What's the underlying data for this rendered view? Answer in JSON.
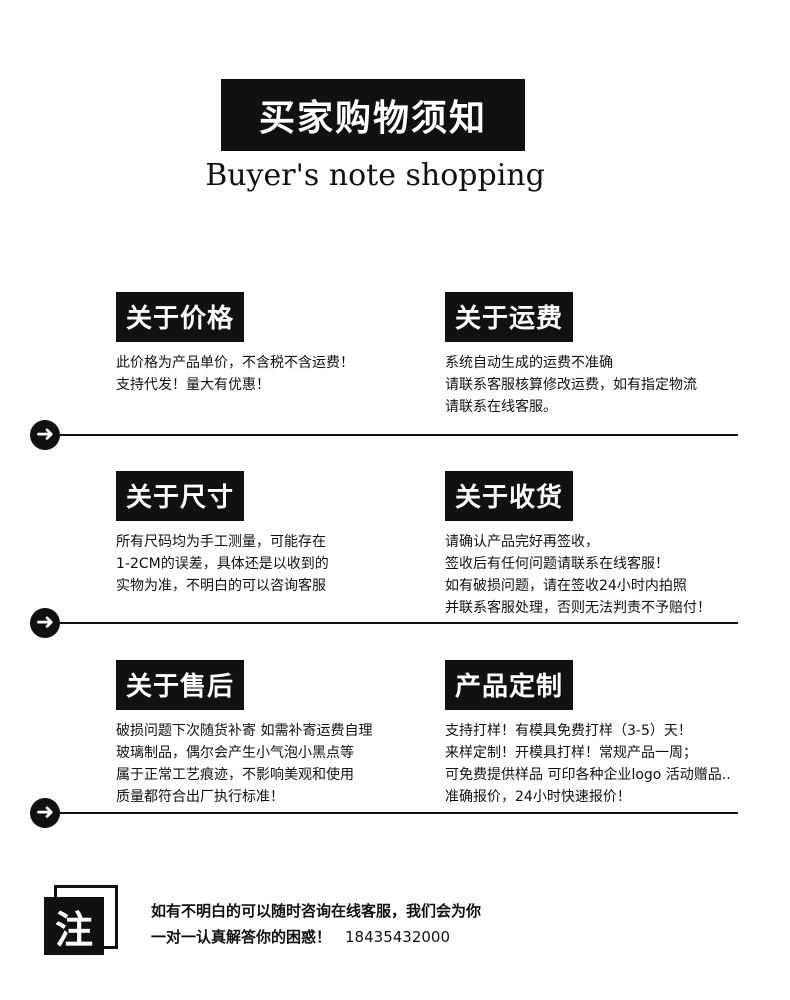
{
  "header": {
    "title": "买家购物须知",
    "subtitle": "Buyer's note shopping"
  },
  "sections": [
    {
      "title": "关于价格",
      "lines": [
        "此价格为产品单价，不含税不含运费！",
        "支持代发！量大有优惠！"
      ]
    },
    {
      "title": "关于运费",
      "lines": [
        "系统自动生成的运费不准确",
        "请联系客服核算修改运费，如有指定物流",
        "请联系在线客服。"
      ]
    },
    {
      "title": "关于尺寸",
      "lines": [
        "所有尺码均为手工测量，可能存在",
        "1-2CM的误差，具体还是以收到的",
        "实物为准，不明白的可以咨询客服"
      ]
    },
    {
      "title": "关于收货",
      "lines": [
        "请确认产品完好再签收，",
        "签收后有任何问题请联系在线客服！",
        "如有破损问题，请在签收24小时内拍照",
        "并联系客服处理，否则无法判责不予赔付！"
      ]
    },
    {
      "title": "关于售后",
      "lines": [
        "破损问题下次随货补寄 如需补寄运费自理",
        "玻璃制品，偶尔会产生小气泡小黑点等",
        "属于正常工艺痕迹，不影响美观和使用",
        "质量都符合出厂执行标准！"
      ]
    },
    {
      "title": "产品定制",
      "lines": [
        "支持打样！有模具免费打样（3-5）天！",
        "来样定制！开模具打样！常规产品一周；",
        "可免费提供样品 可印各种企业logo 活动赠品..",
        "准确报价，24小时快速报价！"
      ]
    }
  ],
  "note": {
    "icon_label": "注",
    "line1": "如有不明白的可以随时咨询在线客服，我们会为你",
    "line2": "一对一认真解答你的困惑！",
    "phone": "18435432000"
  },
  "icons": {
    "divider_arrow": "arrow-right-circle-icon"
  },
  "colors": {
    "ink": "#111111",
    "background": "#ffffff"
  }
}
